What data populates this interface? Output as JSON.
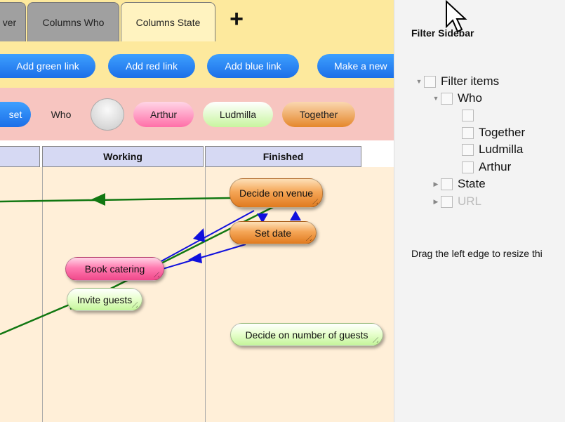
{
  "tabs": [
    {
      "label": "ver",
      "active": false
    },
    {
      "label": "Columns Who",
      "active": false
    },
    {
      "label": "Columns State",
      "active": true
    }
  ],
  "tab_add_icon": "plus-icon",
  "link_buttons": [
    "Add green link",
    "Add red link",
    "Add blue link",
    "Make a new"
  ],
  "filter_bar": {
    "reset_label": "set",
    "who_label": "Who",
    "pills": [
      "Arthur",
      "Ludmilla",
      "Together"
    ]
  },
  "columns": [
    "Working",
    "Finished"
  ],
  "cards": [
    {
      "label": "Decide on venue",
      "color": "orange"
    },
    {
      "label": "Set date",
      "color": "orange"
    },
    {
      "label": "Book catering",
      "color": "pink"
    },
    {
      "label": "Invite guests",
      "color": "green"
    },
    {
      "label": "Decide on number of guests",
      "color": "green"
    }
  ],
  "sidebar": {
    "title": "Filter Sidebar",
    "tree": {
      "root": "Filter items",
      "who": "Who",
      "who_children": [
        "",
        "Together",
        "Ludmilla",
        "Arthur"
      ],
      "state": "State",
      "url": "URL"
    },
    "note": "Drag the left edge to resize thi"
  },
  "colors": {
    "tabbar_bg": "#fde99d",
    "filter_bar_bg": "#f7c5c0",
    "board_bg": "#ffefd8",
    "column_header_bg": "#d6d9f3",
    "button_blue": "#1c6fe8",
    "link_green": "#117711",
    "link_blue": "#1010dd",
    "sidebar_bg": "#f3f3f3"
  }
}
